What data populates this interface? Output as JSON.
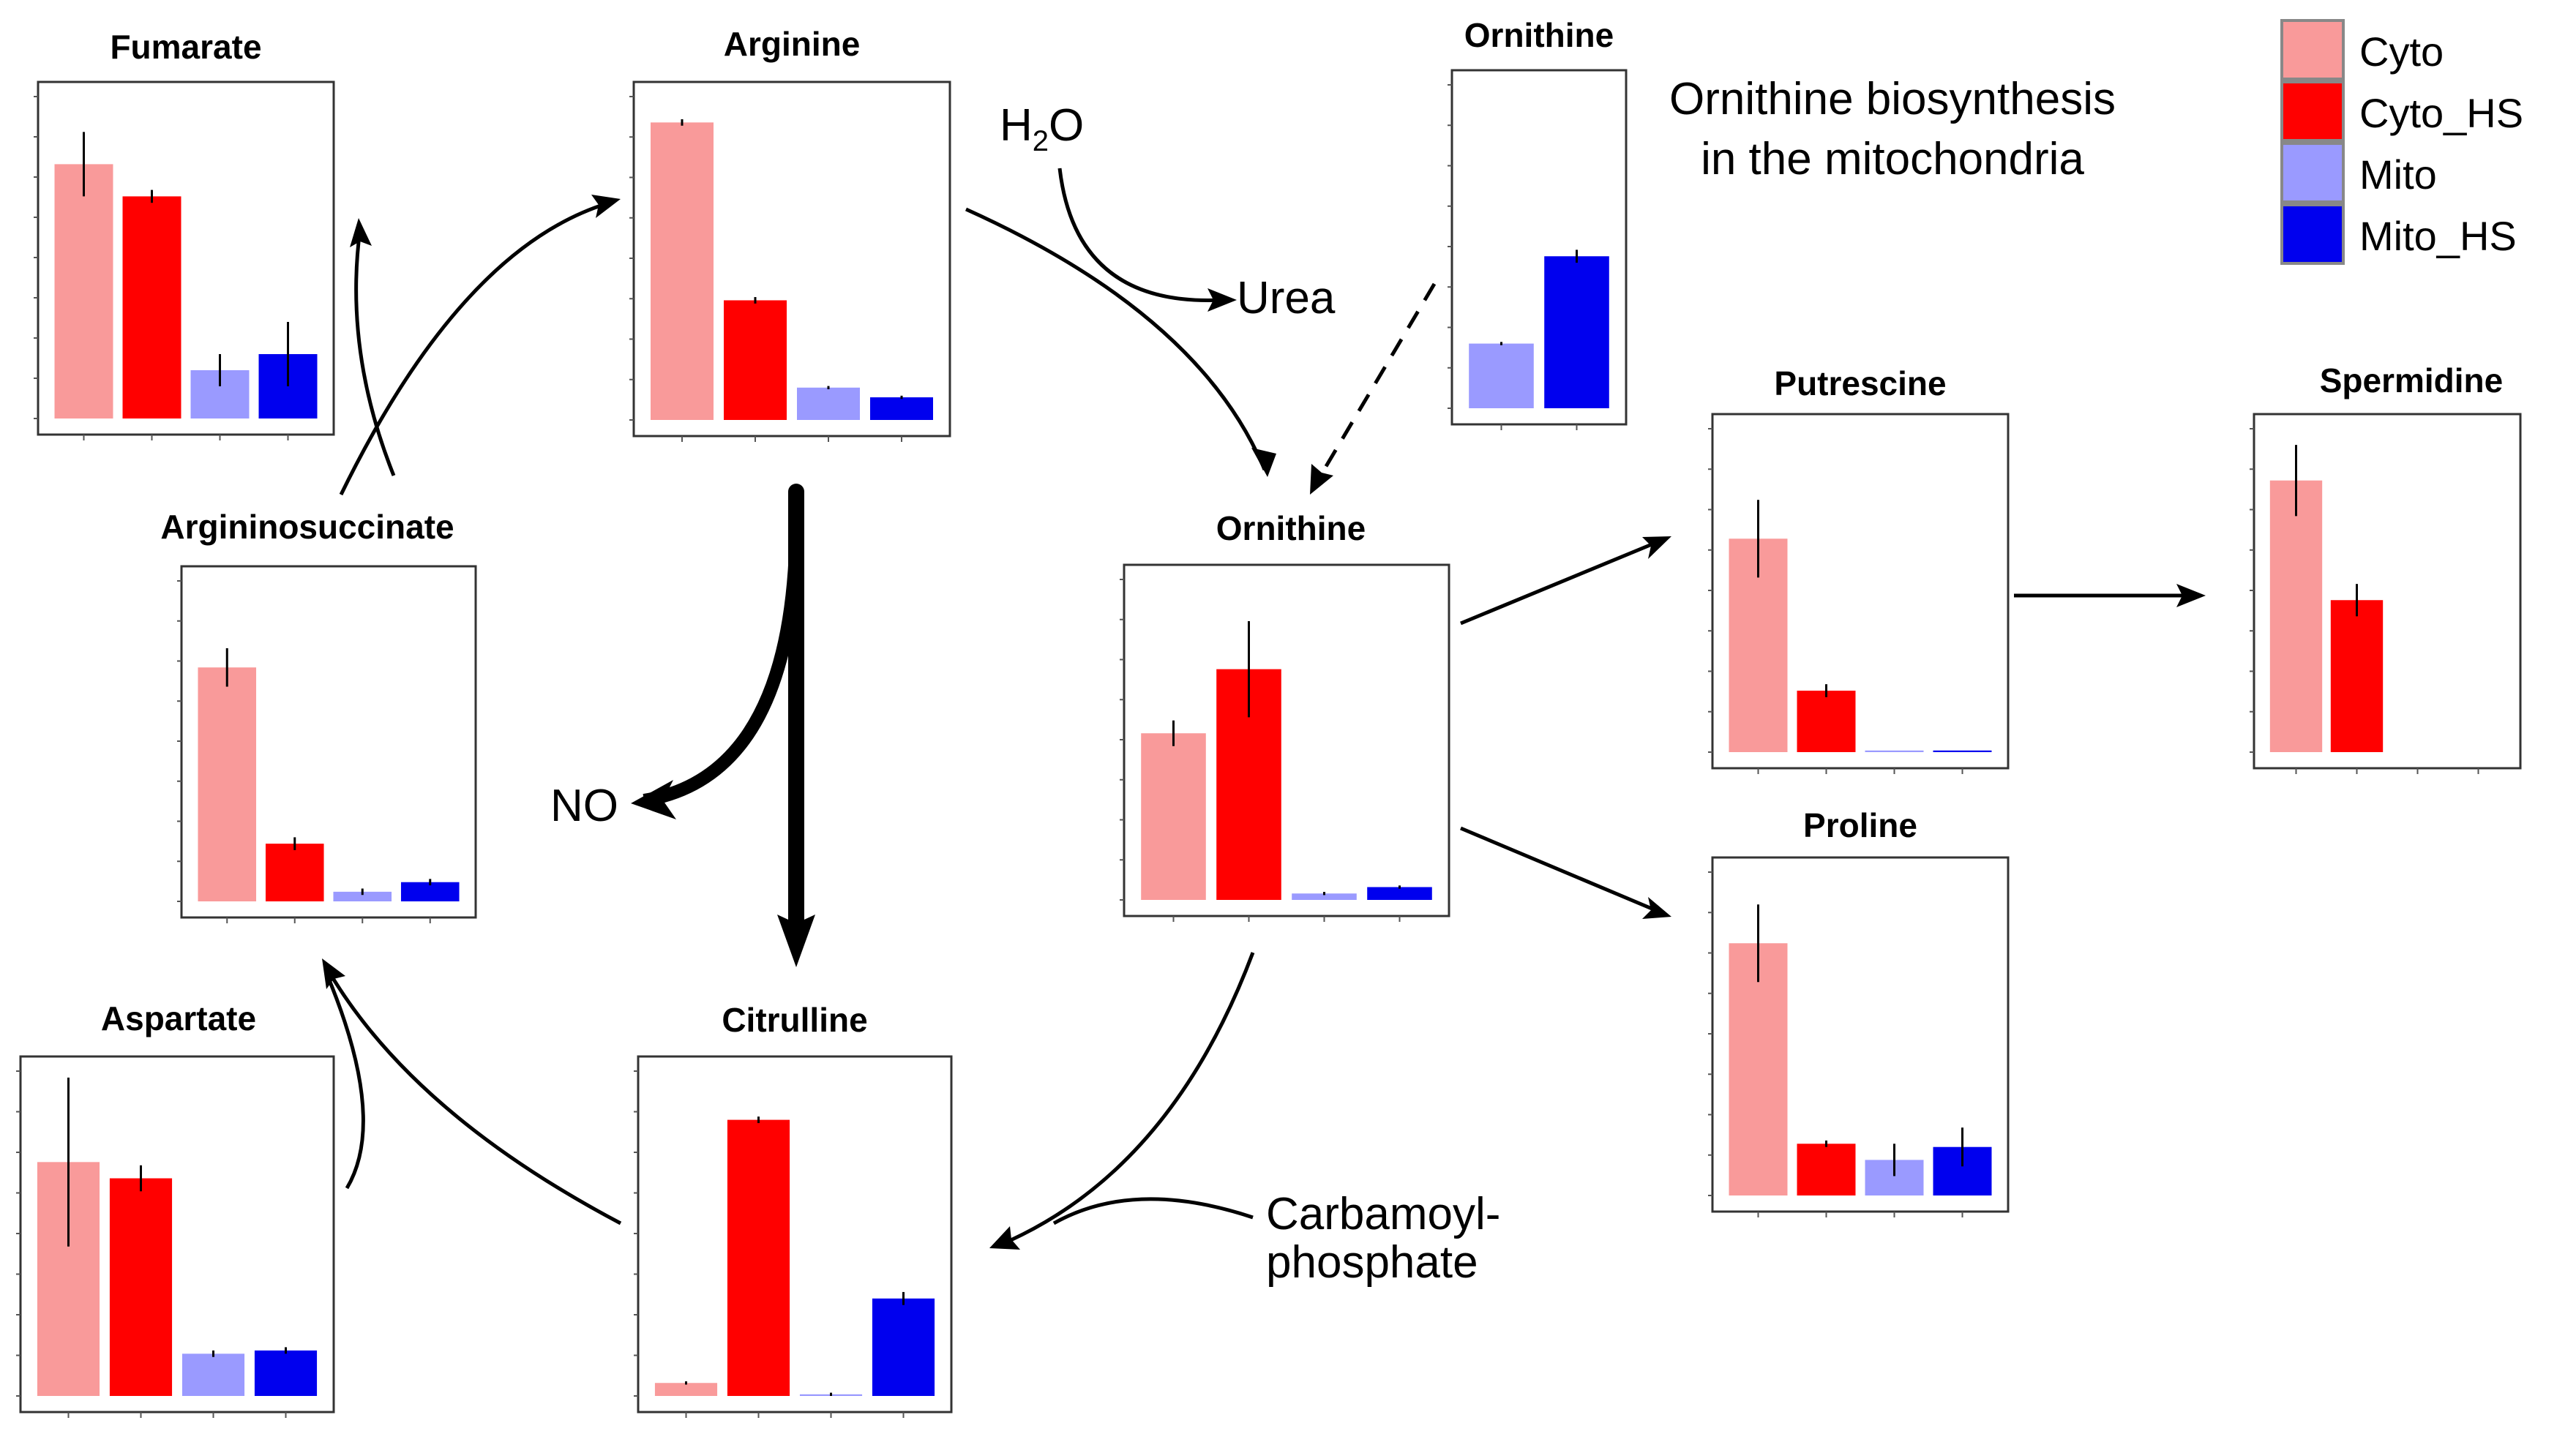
{
  "legend": [
    {
      "label": "Cyto",
      "color": "#f99a9a"
    },
    {
      "label": "Cyto_HS",
      "color": "#ff0000"
    },
    {
      "label": "Mito",
      "color": "#9a9aff"
    },
    {
      "label": "Mito_HS",
      "color": "#0000ee"
    }
  ],
  "labels": {
    "water_h": "H",
    "water_sub": "2",
    "water_o": "O",
    "urea": "Urea",
    "no": "NO",
    "mito_line1": "Ornithine biosynthesis",
    "mito_line2": "in the mitochondria",
    "carbamoyl_line1": "Carbamoyl-",
    "carbamoyl_line2": "phosphate"
  },
  "chart_data": [
    {
      "id": "fumarate",
      "type": "bar",
      "title": "Fumarate",
      "categories": [
        "Cyto",
        "Cyto_HS",
        "Mito",
        "Mito_HS"
      ],
      "values": [
        0.79,
        0.69,
        0.15,
        0.2
      ],
      "errors": [
        0.1,
        0.02,
        0.05,
        0.1
      ],
      "ylim": [
        0,
        1
      ]
    },
    {
      "id": "arginine",
      "type": "bar",
      "title": "Arginine",
      "categories": [
        "Cyto",
        "Cyto_HS",
        "Mito",
        "Mito_HS"
      ],
      "values": [
        0.92,
        0.37,
        0.1,
        0.07
      ],
      "errors": [
        0.01,
        0.01,
        0.005,
        0.005
      ],
      "ylim": [
        0,
        1
      ]
    },
    {
      "id": "ornithine_mito",
      "type": "bar",
      "title": "Ornithine",
      "categories": [
        "Mito",
        "Mito_HS"
      ],
      "values": [
        0.2,
        0.47
      ],
      "errors": [
        0.005,
        0.02
      ],
      "ylim": [
        0,
        1
      ]
    },
    {
      "id": "argininosuccinate",
      "type": "bar",
      "title": "Argininosuccinate",
      "categories": [
        "Cyto",
        "Cyto_HS",
        "Mito",
        "Mito_HS"
      ],
      "values": [
        0.73,
        0.18,
        0.03,
        0.06
      ],
      "errors": [
        0.06,
        0.02,
        0.01,
        0.01
      ],
      "ylim": [
        0,
        1
      ]
    },
    {
      "id": "ornithine",
      "type": "bar",
      "title": "Ornithine",
      "categories": [
        "Cyto",
        "Cyto_HS",
        "Mito",
        "Mito_HS"
      ],
      "values": [
        0.52,
        0.72,
        0.02,
        0.04
      ],
      "errors": [
        0.04,
        0.15,
        0.005,
        0.005
      ],
      "ylim": [
        0,
        1
      ]
    },
    {
      "id": "putrescine",
      "type": "bar",
      "title": "Putrescine",
      "categories": [
        "Cyto",
        "Cyto_HS",
        "Mito",
        "Mito_HS"
      ],
      "values": [
        0.66,
        0.19,
        0.005,
        0.005
      ],
      "errors": [
        0.12,
        0.02,
        0,
        0
      ],
      "ylim": [
        0,
        1
      ]
    },
    {
      "id": "spermidine",
      "type": "bar",
      "title": "Spermidine",
      "categories": [
        "Cyto",
        "Cyto_HS",
        "Mito",
        "Mito_HS"
      ],
      "values": [
        0.84,
        0.47,
        0,
        0
      ],
      "errors": [
        0.11,
        0.05,
        0,
        0
      ],
      "ylim": [
        0,
        1
      ]
    },
    {
      "id": "proline",
      "type": "bar",
      "title": "Proline",
      "categories": [
        "Cyto",
        "Cyto_HS",
        "Mito",
        "Mito_HS"
      ],
      "values": [
        0.78,
        0.16,
        0.11,
        0.15
      ],
      "errors": [
        0.12,
        0.01,
        0.05,
        0.06
      ],
      "ylim": [
        0,
        1
      ]
    },
    {
      "id": "aspartate",
      "type": "bar",
      "title": "Aspartate",
      "categories": [
        "Cyto",
        "Cyto_HS",
        "Mito",
        "Mito_HS"
      ],
      "values": [
        0.72,
        0.67,
        0.13,
        0.14
      ],
      "errors": [
        0.26,
        0.04,
        0.01,
        0.01
      ],
      "ylim": [
        0,
        1
      ]
    },
    {
      "id": "citrulline",
      "type": "bar",
      "title": "Citrulline",
      "categories": [
        "Cyto",
        "Cyto_HS",
        "Mito",
        "Mito_HS"
      ],
      "values": [
        0.04,
        0.85,
        0.005,
        0.3
      ],
      "errors": [
        0.005,
        0.01,
        0.005,
        0.02
      ],
      "ylim": [
        0,
        1
      ]
    }
  ]
}
